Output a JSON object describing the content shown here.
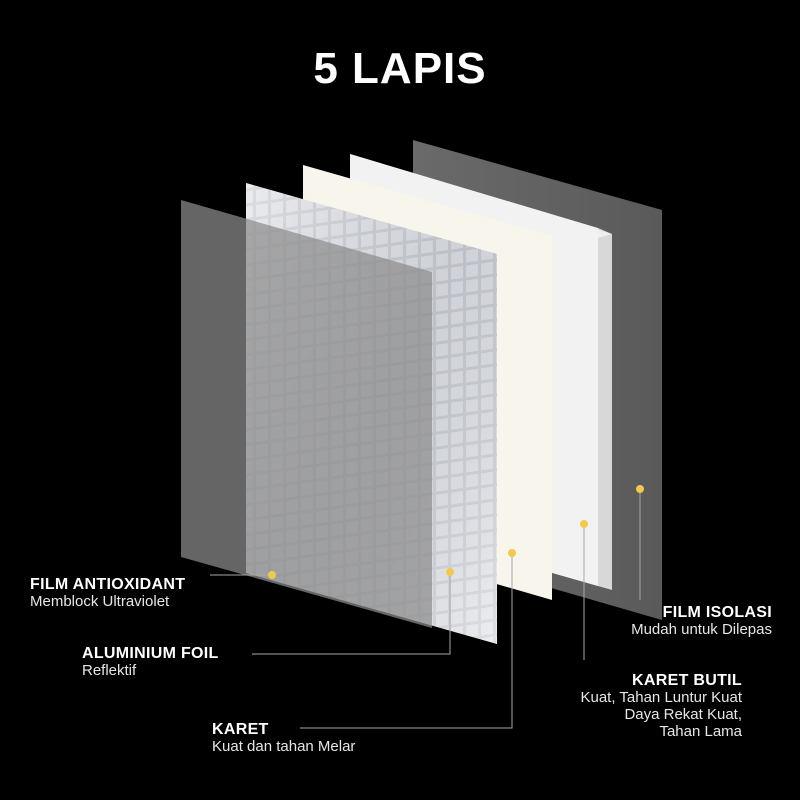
{
  "title": "5 LAPIS",
  "colors": {
    "background": "#000000",
    "accent_dot": "#f2c94c",
    "leader_line": "#a8a8a8"
  },
  "layers": [
    {
      "key": "film_antioxidant",
      "heading": "FILM ANTIOXIDANT",
      "lines": [
        "Memblock Ultraviolet"
      ]
    },
    {
      "key": "aluminium_foil",
      "heading": "ALUMINIUM FOIL",
      "lines": [
        "Reflektif"
      ]
    },
    {
      "key": "karet",
      "heading": "KARET",
      "lines": [
        "Kuat dan tahan Melar"
      ]
    },
    {
      "key": "karet_butil",
      "heading": "KARET BUTIL",
      "lines": [
        "Kuat, Tahan Luntur Kuat",
        "Daya Rekat Kuat,",
        "Tahan Lama"
      ]
    },
    {
      "key": "film_isolasi",
      "heading": "FILM ISOLASI",
      "lines": [
        "Mudah untuk Dilepas"
      ]
    }
  ]
}
